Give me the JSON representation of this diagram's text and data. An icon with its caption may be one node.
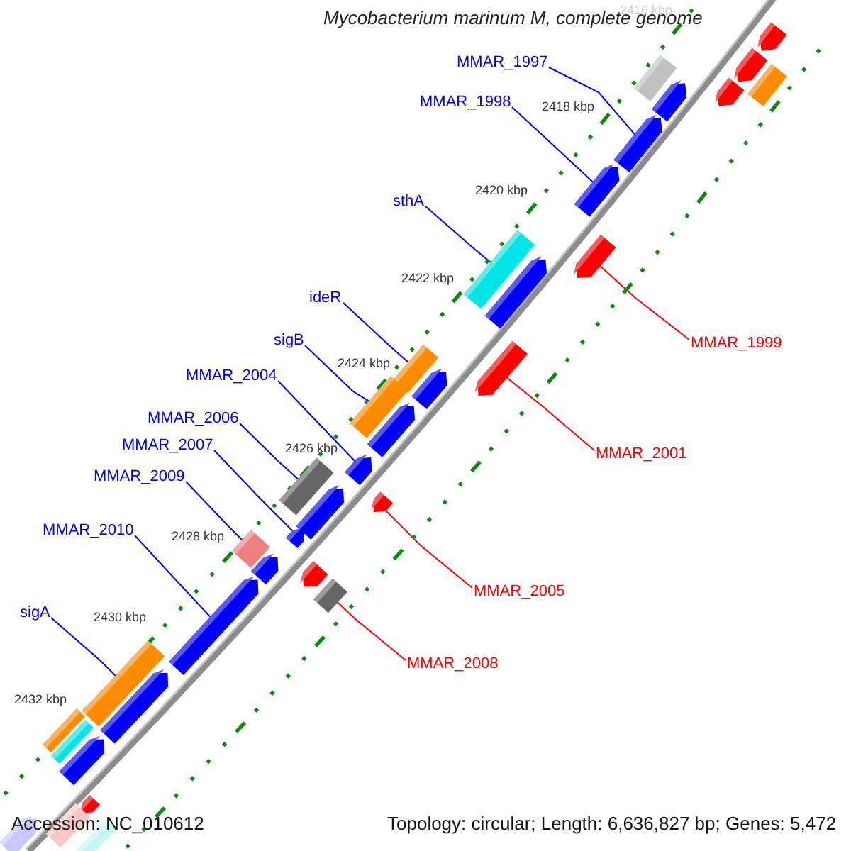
{
  "diagram": {
    "title": "Mycobacterium marinum M, complete genome",
    "nodes": [
      {
        "text": [
          "MMAR_1997"
        ]
      },
      {
        "text": [
          "MMAR_1998"
        ]
      },
      {
        "text": [
          "sthA"
        ]
      },
      {
        "text": [
          "ideR"
        ]
      },
      {
        "text": [
          "sigB"
        ]
      },
      {
        "text": [
          "MMAR_2004"
        ]
      },
      {
        "text": [
          "MMAR_2006"
        ]
      },
      {
        "text": [
          "MMAR_2007"
        ]
      },
      {
        "text": [
          "MMAR_2009"
        ]
      },
      {
        "text": [
          "MMAR_2010"
        ]
      },
      {
        "text": [
          "sigA"
        ]
      },
      {
        "text": [
          "MMAR_1999"
        ]
      },
      {
        "text": [
          "MMAR_2001"
        ]
      },
      {
        "text": [
          "MMAR_2005"
        ]
      },
      {
        "text": [
          "MMAR_2008"
        ]
      },
      {
        "text": [],
        "shape": "arrow"
      },
      {
        "text": [],
        "shape": "arrow"
      },
      {
        "text": [],
        "shape": "box"
      },
      {
        "text": [],
        "shape": "box"
      },
      {
        "text": [],
        "shape": "arrow"
      },
      {
        "text": [],
        "shape": "arrow"
      },
      {
        "text": [],
        "shape": "arrow"
      },
      {
        "text": [],
        "shape": "arrow"
      },
      {
        "text": [],
        "shape": "arrow"
      },
      {
        "text": [],
        "shape": "box"
      },
      {
        "text": [],
        "shape": "arrow"
      },
      {
        "text": [],
        "shape": "box"
      },
      {
        "text": [],
        "shape": "arrow"
      },
      {
        "text": [],
        "shape": "arrow"
      },
      {
        "text": [],
        "shape": "box"
      },
      {
        "text": [],
        "shape": "arrow"
      },
      {
        "text": [],
        "shape": "arrow"
      },
      {
        "text": [],
        "shape": "box"
      },
      {
        "text": [],
        "shape": "arrow"
      },
      {
        "text": [],
        "shape": "arrow"
      },
      {
        "text": [],
        "shape": "arrow"
      },
      {
        "text": [],
        "shape": "diamond"
      },
      {
        "text": [],
        "shape": "arrow"
      },
      {
        "text": [],
        "shape": "arrow"
      },
      {
        "text": [],
        "shape": "box"
      },
      {
        "text": [],
        "shape": "arrow"
      },
      {
        "text": [],
        "shape": "box"
      },
      {
        "text": [],
        "shape": "arrow"
      },
      {
        "text": [],
        "shape": "box"
      },
      {
        "text": [],
        "shape": "box"
      },
      {
        "text": [],
        "shape": "arrow"
      },
      {
        "text": [],
        "shape": "arrow"
      },
      {
        "text": [],
        "shape": "box"
      },
      {
        "text": [],
        "shape": "arrow"
      },
      {
        "text": [],
        "shape": "box"
      }
    ],
    "edges": [
      {
        "from": 0,
        "to": 21,
        "arrow": "none"
      },
      {
        "from": 1,
        "to": 22,
        "arrow": "none"
      },
      {
        "from": 2,
        "to": 24,
        "arrow": "none"
      },
      {
        "from": 3,
        "to": 26,
        "arrow": "none"
      },
      {
        "from": 4,
        "to": 29,
        "arrow": "none"
      },
      {
        "from": 5,
        "to": 31,
        "arrow": "none"
      },
      {
        "from": 6,
        "to": 32,
        "arrow": "none"
      },
      {
        "from": 7,
        "to": 35,
        "arrow": "none"
      },
      {
        "from": 8,
        "to": 36,
        "arrow": "none"
      },
      {
        "from": 9,
        "to": 40,
        "arrow": "none"
      },
      {
        "from": 10,
        "to": 41,
        "arrow": "none"
      },
      {
        "from": 11,
        "to": 23,
        "arrow": "none",
        "color": "#ff0000"
      },
      {
        "from": 12,
        "to": 27,
        "arrow": "none",
        "color": "#ff0000"
      },
      {
        "from": 13,
        "to": 33,
        "arrow": "none",
        "color": "#ff0000"
      },
      {
        "from": 14,
        "to": 39,
        "arrow": "none",
        "color": "#ff0000"
      }
    ],
    "labels": [
      "2416 kbp",
      "2418 kbp",
      "2420 kbp",
      "2422 kbp",
      "2424 kbp",
      "2426 kbp",
      "2428 kbp",
      "2430 kbp",
      "2432 kbp",
      "Accession: NC_010612",
      "Topology: circular; Length: 6,636,827 bp; Genes: 5,472"
    ]
  }
}
